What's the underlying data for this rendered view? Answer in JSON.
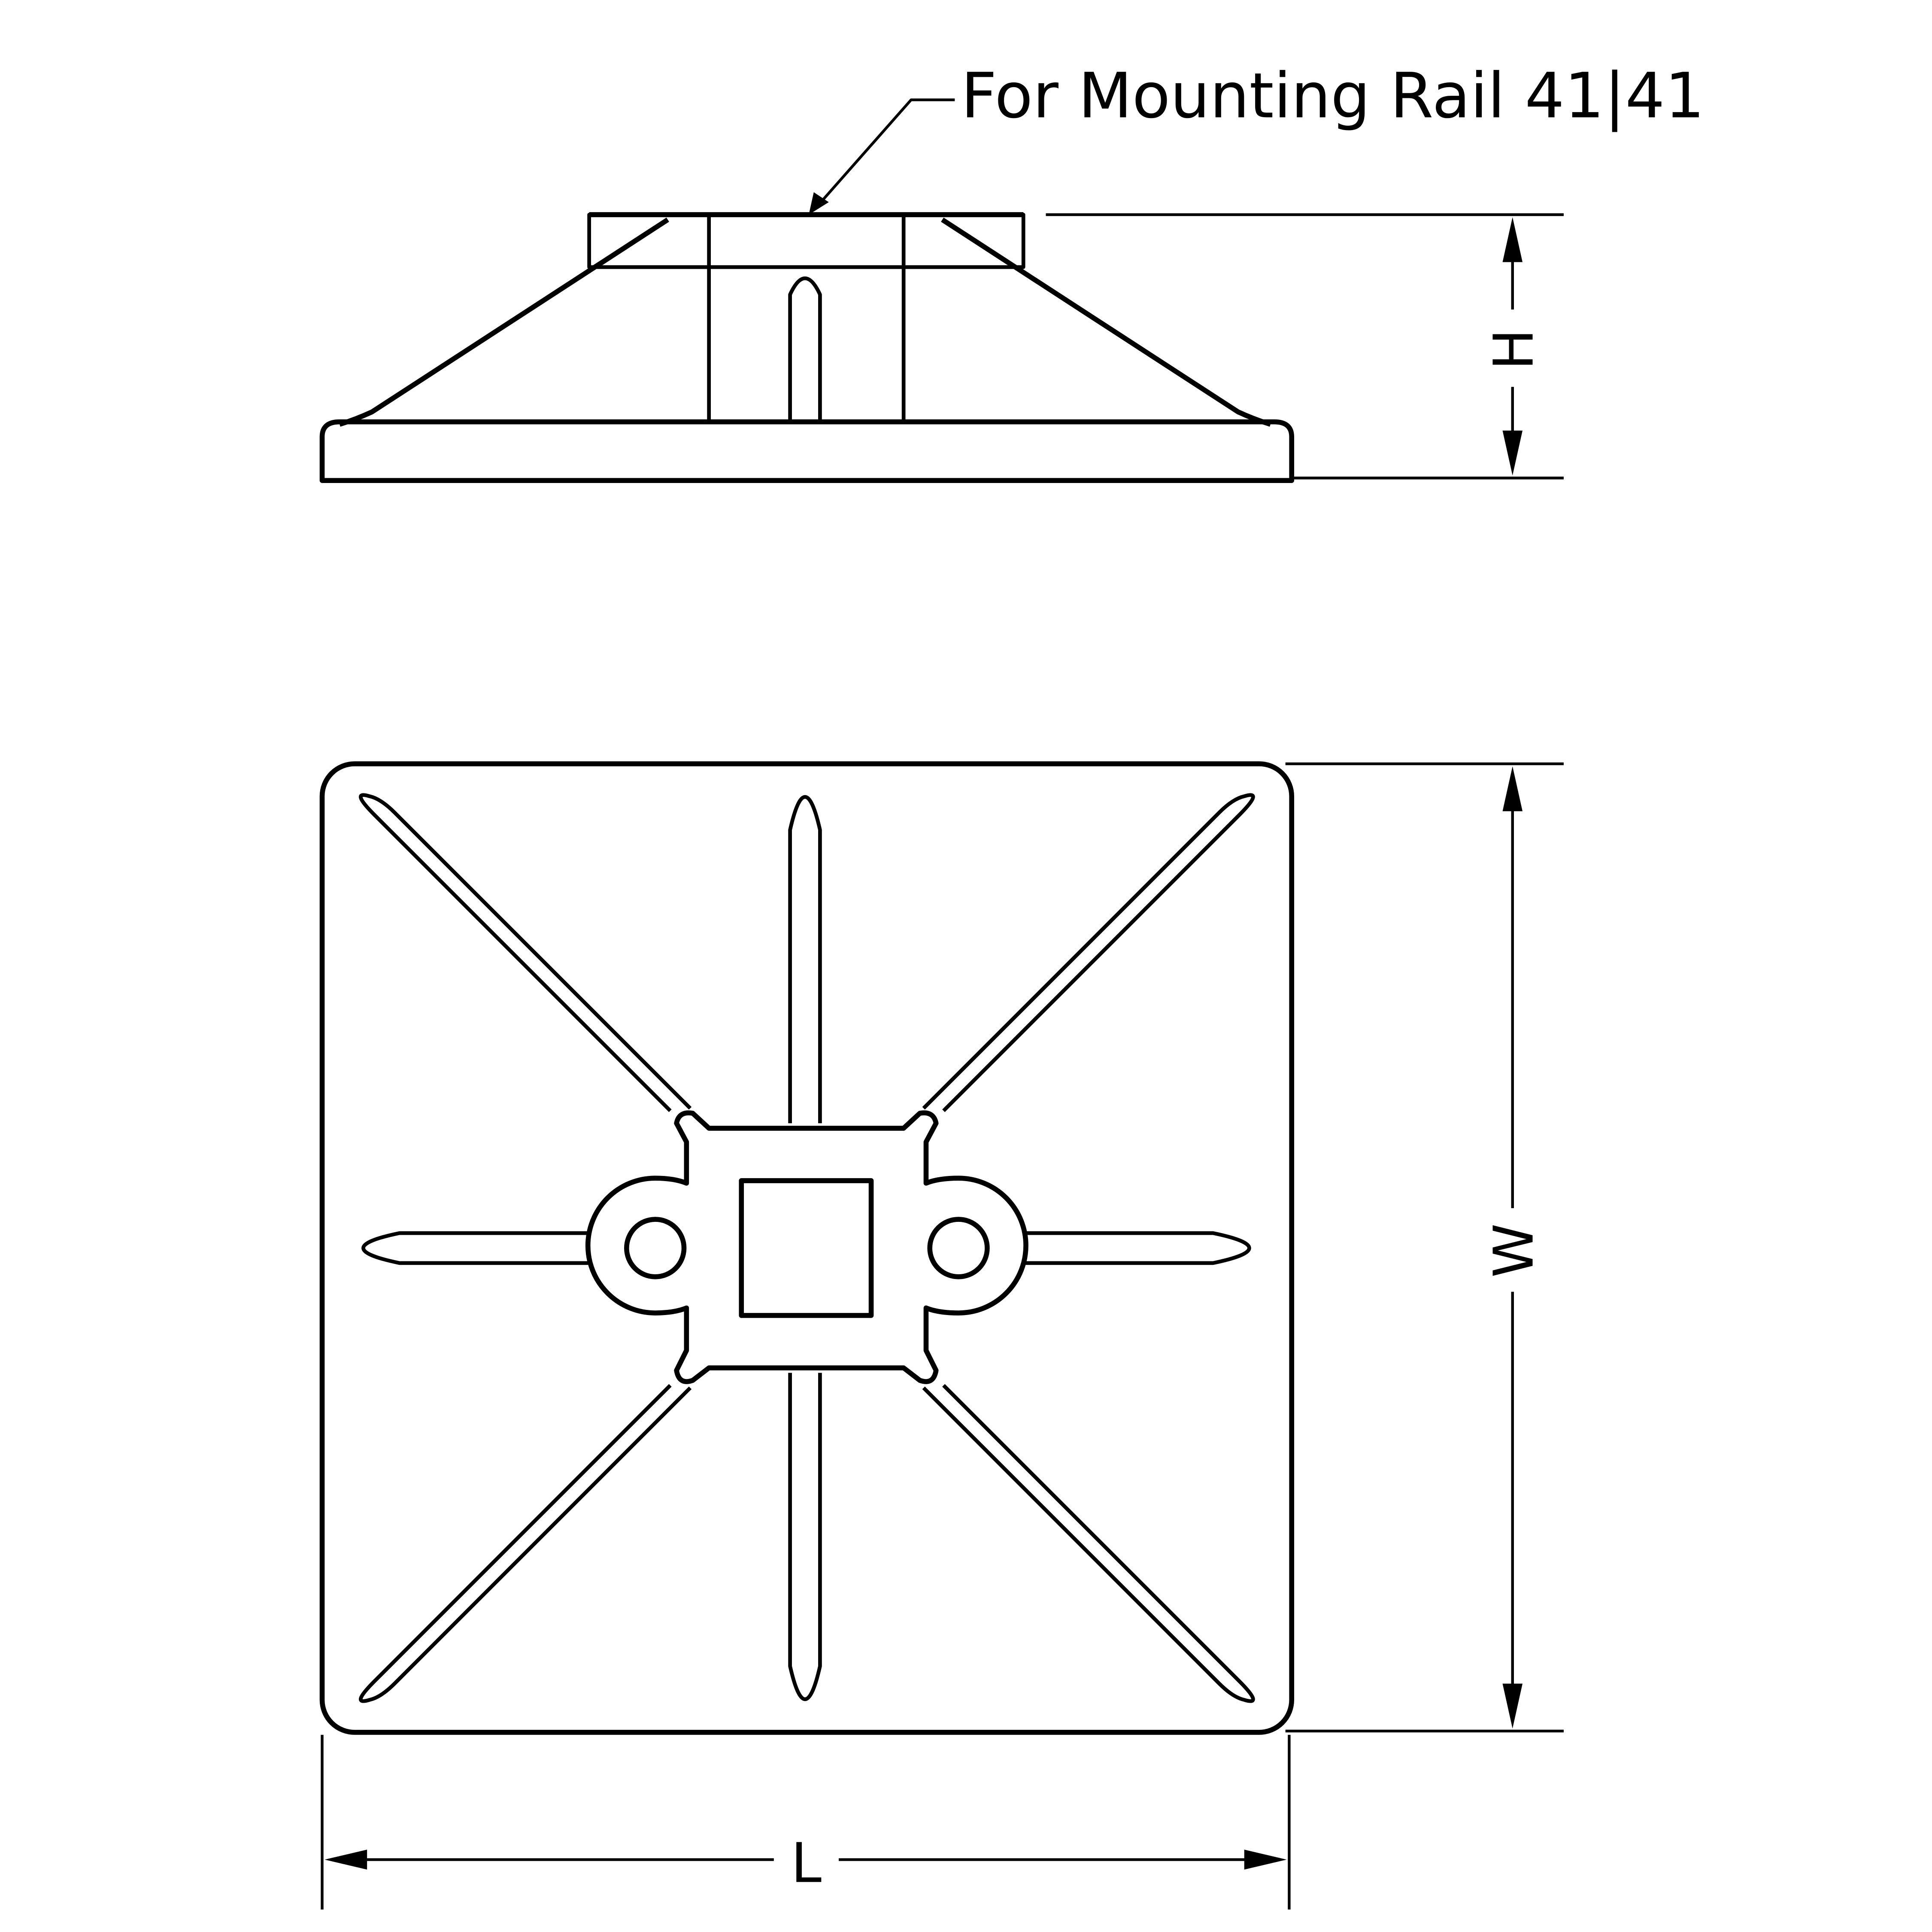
{
  "drawing": {
    "type": "technical-drawing",
    "subject": "Square mounting base / tie mount with central square boss and radial ribs",
    "line_color": "#000000",
    "background": "#ffffff"
  },
  "annotations": {
    "callout": "For Mounting Rail 41|41",
    "height_label": "H",
    "width_label": "W",
    "length_label": "L"
  },
  "views": [
    {
      "name": "side-view",
      "description": "Elevation with top flange, central boss with slot, conical ribs and base plate"
    },
    {
      "name": "plan-view",
      "description": "Top view of rounded square base with 8 radial ribs, central square opening and two round holes"
    }
  ]
}
